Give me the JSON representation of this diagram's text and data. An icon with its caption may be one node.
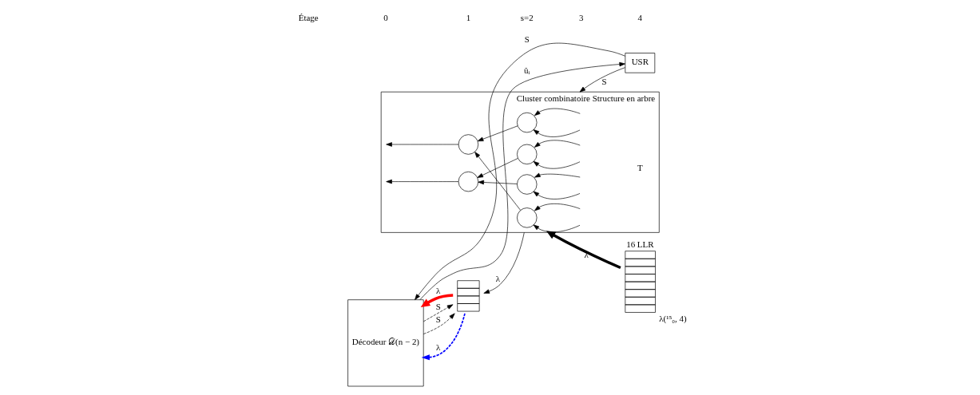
{
  "diagram": {
    "nodes": [
      {
        "text": [
          "Décodeur 𝒟(n − 2)"
        ]
      },
      {
        "text": [
          "USR"
        ]
      },
      {
        "text": [],
        "shape": "box"
      },
      {
        "text": [
          "Cluster combinatoire Structure en arbre"
        ]
      },
      {
        "text": [],
        "shape": "circle",
        "in": 3
      },
      {
        "text": [],
        "shape": "circle",
        "in": 3
      },
      {
        "text": [],
        "shape": "circle",
        "in": 3
      },
      {
        "text": [],
        "shape": "circle",
        "in": 3
      },
      {
        "text": [],
        "shape": "circle",
        "in": 3
      },
      {
        "text": [],
        "shape": "circle",
        "in": 3
      },
      {
        "text": [
          "16 LLR"
        ],
        "beside": [
          "λ(¹⁵₀, 4)"
        ]
      }
    ],
    "edges": [
      {
        "from": 2,
        "to": 0,
        "arrow": "to",
        "label": "λ",
        "style": "thick",
        "color": "#ff0000"
      },
      {
        "from": 0,
        "to": 2,
        "arrow": "to",
        "label": "S",
        "style": "dashed"
      },
      {
        "from": 2,
        "to": 0,
        "arrow": "to",
        "label": "λ",
        "style": "dashed",
        "color": "#0000ff"
      },
      {
        "from": 0,
        "to": 2,
        "arrow": "to",
        "label": "S",
        "style": "dashed"
      },
      {
        "from": 3,
        "to": 2,
        "arrow": "to",
        "label": "λ"
      },
      {
        "from": 5,
        "to": 3,
        "arrow": "to"
      },
      {
        "from": 8,
        "to": 3,
        "arrow": "to"
      },
      {
        "from": 4,
        "to": 5,
        "arrow": "to"
      },
      {
        "from": 6,
        "to": 5,
        "arrow": "to"
      },
      {
        "from": 7,
        "to": 8,
        "arrow": "to"
      },
      {
        "from": 9,
        "to": 8,
        "arrow": "to"
      },
      {
        "from": null,
        "to": 4,
        "arrow": "to"
      },
      {
        "from": null,
        "to": 4,
        "arrow": "to"
      },
      {
        "from": null,
        "to": 6,
        "arrow": "to"
      },
      {
        "from": null,
        "to": 6,
        "arrow": "to"
      },
      {
        "from": null,
        "to": 7,
        "arrow": "to"
      },
      {
        "from": null,
        "to": 7,
        "arrow": "to"
      },
      {
        "from": null,
        "to": 9,
        "arrow": "to"
      },
      {
        "from": null,
        "to": 9,
        "arrow": "to"
      },
      {
        "from": 10,
        "to": 3,
        "arrow": "to",
        "label": "λ",
        "style": "thick"
      },
      {
        "from": 0,
        "to": 1,
        "arrow": "to",
        "label": "ûᵢ"
      },
      {
        "from": 1,
        "to": 0,
        "arrow": "to",
        "label": "S"
      },
      {
        "from": 1,
        "to": 3,
        "arrow": "to",
        "label": "S"
      }
    ],
    "labels": [
      "Étage",
      "0",
      "1",
      "s=2",
      "3",
      "4",
      "T"
    ]
  }
}
